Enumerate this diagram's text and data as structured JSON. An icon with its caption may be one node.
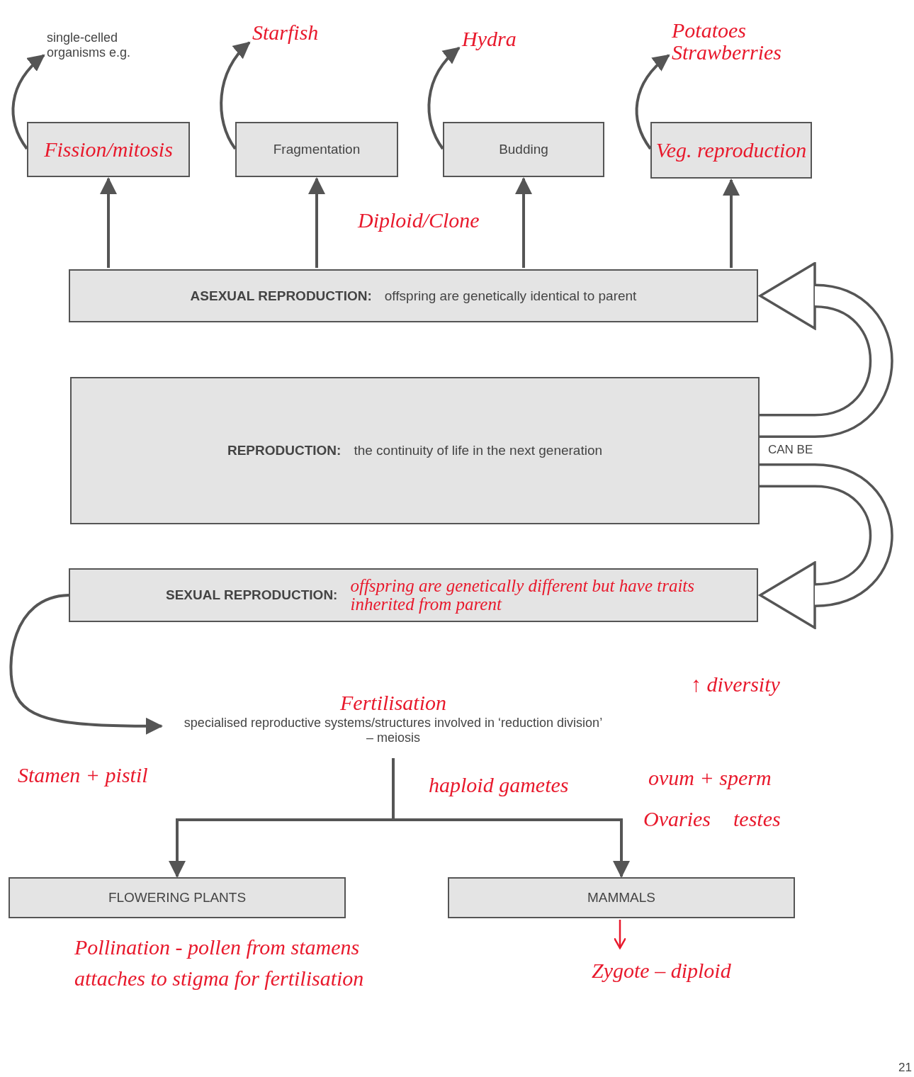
{
  "diagram": {
    "nodes": [
      {
        "text": [
          "Fission/mitosis"
        ]
      },
      {
        "text": [
          "Fragmentation"
        ]
      },
      {
        "text": [
          "Budding"
        ]
      },
      {
        "text": [
          "Veg. reproduction"
        ]
      },
      {
        "text": [
          "ASEXUAL REPRODUCTION:",
          "offspring are genetically identical to parent"
        ]
      },
      {
        "text": [
          "REPRODUCTION:",
          "the continuity of life in the next generation"
        ],
        "beside": [
          "CAN BE"
        ]
      },
      {
        "text": [
          "SEXUAL REPRODUCTION:",
          "offspring are genetically different but have traits inherited from parent"
        ]
      },
      {
        "text": [
          "single-celled organisms e.g."
        ]
      },
      {
        "text": [
          "Starfish"
        ]
      },
      {
        "text": [
          "Hydra"
        ]
      },
      {
        "text": [
          "Potatoes Strawberries"
        ]
      },
      {
        "text": [
          "Fertilisation",
          "specialised reproductive systems/structures involved in ‘reduction division’ – meiosis"
        ]
      },
      {
        "text": [
          "FLOWERING PLANTS"
        ]
      },
      {
        "text": [
          "MAMMALS"
        ]
      },
      {
        "text": [
          "Zygote – diploid"
        ]
      }
    ],
    "edges": [
      {
        "from": 4,
        "to": 0,
        "arrow": "to"
      },
      {
        "from": 4,
        "to": 1,
        "arrow": "to"
      },
      {
        "from": 4,
        "to": 2,
        "arrow": "to"
      },
      {
        "from": 4,
        "to": 3,
        "arrow": "to"
      },
      {
        "from": 0,
        "to": 7,
        "arrow": "to"
      },
      {
        "from": 1,
        "to": 8,
        "arrow": "to"
      },
      {
        "from": 2,
        "to": 9,
        "arrow": "to"
      },
      {
        "from": 3,
        "to": 10,
        "arrow": "to"
      },
      {
        "from": 5,
        "to": 4,
        "arrow": "to",
        "style": "thick"
      },
      {
        "from": 5,
        "to": 6,
        "arrow": "to",
        "style": "thick"
      },
      {
        "from": 6,
        "to": 11,
        "arrow": "to"
      },
      {
        "from": 11,
        "to": 12,
        "arrow": "to"
      },
      {
        "from": 11,
        "to": 13,
        "arrow": "to"
      },
      {
        "from": 13,
        "to": 14,
        "arrow": "to",
        "color": "#e8192c"
      }
    ],
    "labels": [
      "Diploid/Clone",
      "↑ diversity",
      "Stamen + pistil",
      "haploid gametes",
      "ovum + sperm",
      "Ovaries",
      "testes",
      "Pollination - pollen from stamens attaches to stigma for fertilisation",
      "21"
    ]
  }
}
